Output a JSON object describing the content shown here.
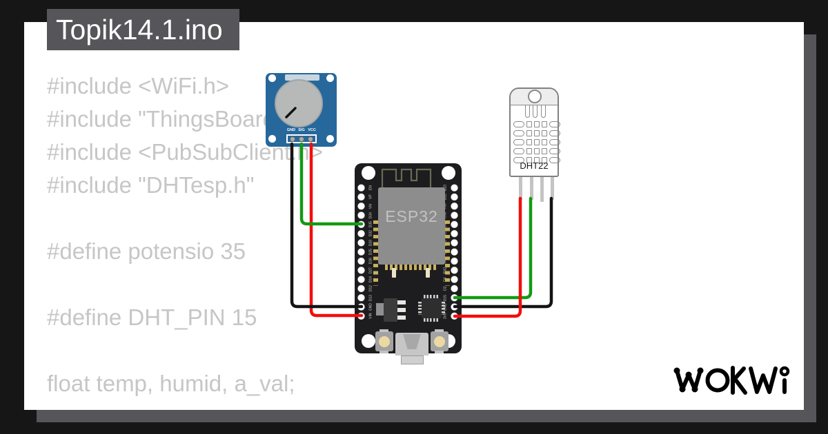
{
  "title": "Topik14.1.ino",
  "brand": "WOKWI",
  "code": {
    "lines": [
      "#include <WiFi.h>",
      "#include \"ThingsBoard.h\"",
      "#include <PubSubClient.h>",
      "#include \"DHTesp.h\"",
      "",
      "#define potensio 35",
      "",
      "#define DHT_PIN 15",
      "",
      "float temp, humid, a_val;"
    ]
  },
  "potentiometer": {
    "pin_labels": [
      "GND",
      "SIG",
      "VCC"
    ]
  },
  "esp32": {
    "module_label": "ESP32",
    "left_pins": [
      "EN",
      "VP",
      "VN",
      "D34",
      "D35",
      "D32",
      "D33",
      "D25",
      "D26",
      "D27",
      "D14",
      "D12",
      "D13",
      "GND",
      "VIN"
    ],
    "right_pins": [
      "D23",
      "D22",
      "TX0",
      "RX0",
      "D21",
      "D19",
      "D18",
      "D5",
      "TX2",
      "RX2",
      "D4",
      "D2",
      "D15",
      "GND",
      "3V3"
    ]
  },
  "dht22": {
    "label": "DHT22"
  },
  "connections": [
    {
      "from": "potentiometer:GND",
      "to": "esp32:GND",
      "color": "black"
    },
    {
      "from": "potentiometer:SIG",
      "to": "esp32:D35",
      "color": "green"
    },
    {
      "from": "potentiometer:VCC",
      "to": "esp32:VIN",
      "color": "red"
    },
    {
      "from": "dht22:VCC",
      "to": "esp32:3V3",
      "color": "red"
    },
    {
      "from": "dht22:DATA",
      "to": "esp32:D15",
      "color": "green"
    },
    {
      "from": "dht22:GND",
      "to": "esp32:GND",
      "color": "black"
    }
  ],
  "colors": {
    "background": "#161616",
    "canvas": "#ffffff",
    "shadow_and_title": "#56565a",
    "code_text": "#c6c6c6",
    "wire_black": "#141414",
    "wire_green": "#129a12",
    "wire_red": "#f20d0d",
    "pot_board_blue": "#26689b",
    "esp_board_black": "#1d1d1f",
    "gold_pins": "#c7b05e"
  }
}
